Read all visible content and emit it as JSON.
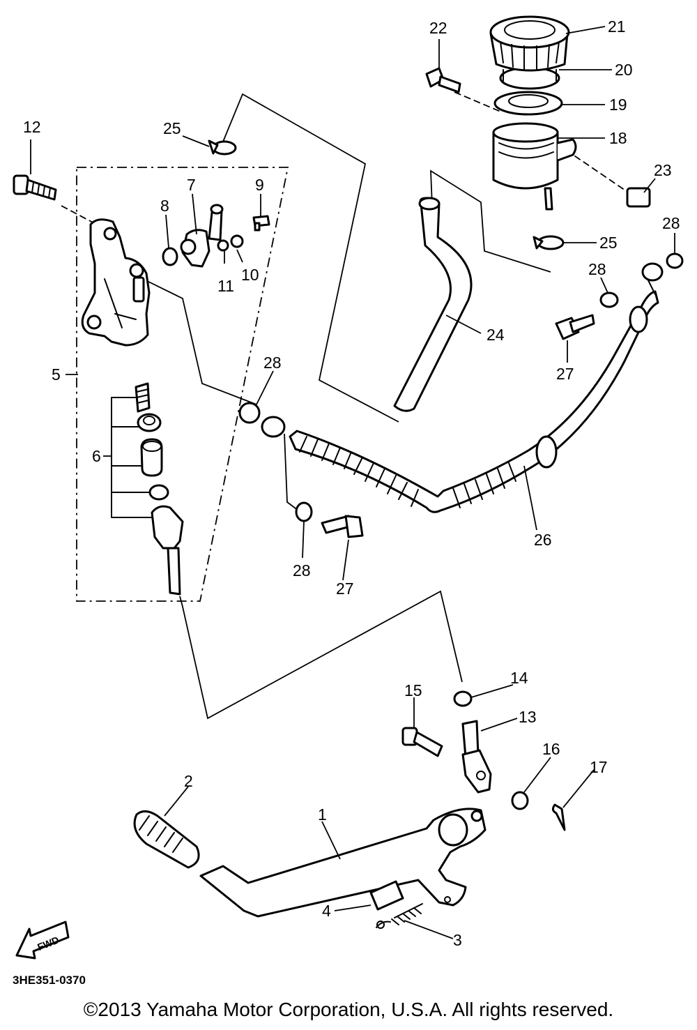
{
  "diagram": {
    "callouts": {
      "c1": "1",
      "c2": "2",
      "c3": "3",
      "c4": "4",
      "c5": "5",
      "c6": "6",
      "c7": "7",
      "c8": "8",
      "c9": "9",
      "c10": "10",
      "c11": "11",
      "c12": "12",
      "c13": "13",
      "c14": "14",
      "c15": "15",
      "c16": "16",
      "c17": "17",
      "c18": "18",
      "c19": "19",
      "c20": "20",
      "c21": "21",
      "c22": "22",
      "c23": "23",
      "c24": "24",
      "c25a": "25",
      "c25b": "25",
      "c26": "26",
      "c27a": "27",
      "c27b": "27",
      "c28a": "28",
      "c28b": "28",
      "c28c": "28",
      "c28d": "28"
    },
    "fwd_label": "FWD",
    "diagram_code": "3HE351-0370",
    "copyright": "©2013 Yamaha Motor Corporation, U.S.A. All rights reserved."
  }
}
